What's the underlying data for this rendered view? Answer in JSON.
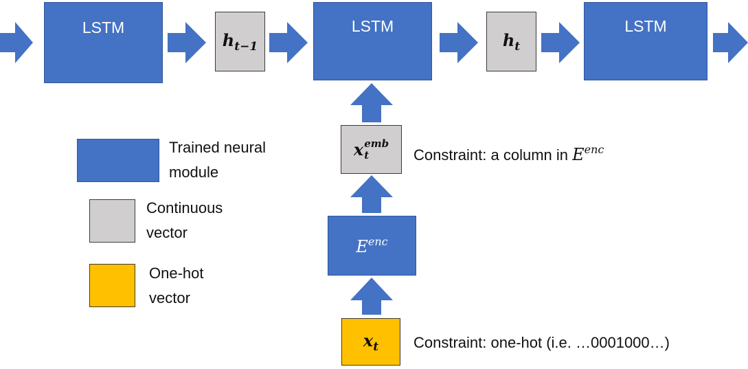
{
  "colors": {
    "trained_module": "#4472c4",
    "continuous_vector": "#d0cece",
    "one_hot_vector": "#ffc000",
    "arrow": "#4472c4"
  },
  "nodes": {
    "lstm_1": "LSTM",
    "lstm_2": "LSTM",
    "lstm_3": "LSTM",
    "h_prev": {
      "base": "h",
      "sub": "t−1"
    },
    "h_t": {
      "base": "h",
      "sub": "t"
    },
    "x_emb": {
      "base": "x",
      "sup": "emb",
      "sub": "t"
    },
    "encoder": {
      "base": "E",
      "sup": "enc"
    },
    "x_t": {
      "base": "x",
      "sub": "t"
    }
  },
  "annotations": {
    "emb_constraint": {
      "text": "Constraint: a column in ",
      "math_base": "E",
      "math_sup": "enc"
    },
    "onehot_constraint": "Constraint: one-hot (i.e. …0001000…)"
  },
  "legend": {
    "trained_line1": "Trained neural",
    "trained_line2": "module",
    "continuous_line1": "Continuous",
    "continuous_line2": "vector",
    "onehot_line1": "One-hot",
    "onehot_line2": "vector"
  }
}
